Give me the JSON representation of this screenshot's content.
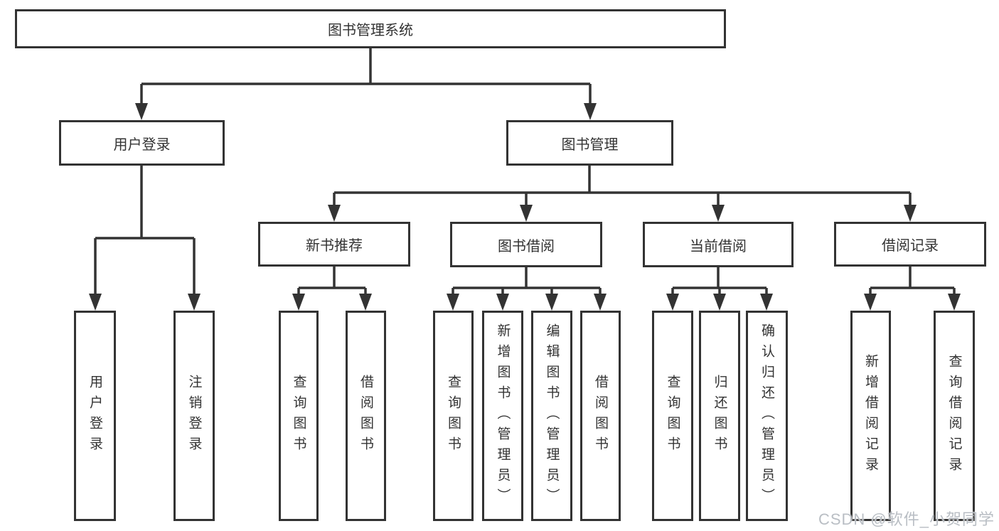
{
  "colors": {
    "bg": "#ffffff",
    "line": "#333333",
    "text": "#333333",
    "watermark": "#b9bec4"
  },
  "watermark": {
    "text": "CSDN @软件_小贺同学"
  },
  "tree": {
    "label": "图书管理系统",
    "children": [
      {
        "label": "用户登录",
        "children": [
          {
            "label": "用户登录"
          },
          {
            "label": "注销登录"
          }
        ]
      },
      {
        "label": "图书管理",
        "children": [
          {
            "label": "新书推荐",
            "children": [
              {
                "label": "查询图书"
              },
              {
                "label": "借阅图书"
              }
            ]
          },
          {
            "label": "图书借阅",
            "children": [
              {
                "label": "查询图书"
              },
              {
                "label": "新增图书（管理员）"
              },
              {
                "label": "编辑图书（管理员）"
              },
              {
                "label": "借阅图书"
              }
            ]
          },
          {
            "label": "当前借阅",
            "children": [
              {
                "label": "查询图书"
              },
              {
                "label": "归还图书"
              },
              {
                "label": "确认归还（管理员）"
              }
            ]
          },
          {
            "label": "借阅记录",
            "children": [
              {
                "label": "新增借阅记录"
              },
              {
                "label": "查询借阅记录"
              }
            ]
          }
        ]
      }
    ]
  }
}
